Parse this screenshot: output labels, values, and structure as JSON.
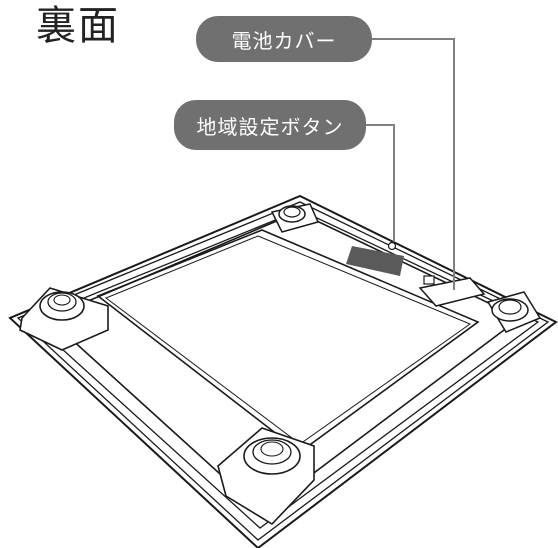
{
  "title": "裏面",
  "labels": {
    "battery_cover": "電池カバー",
    "region_button": "地域設定ボタン"
  },
  "colors": {
    "label_bg": "#707070",
    "label_text": "#ffffff",
    "leader_line": "#808080",
    "outline": "#1a1a1a",
    "display_window": "#5a5a5a"
  }
}
